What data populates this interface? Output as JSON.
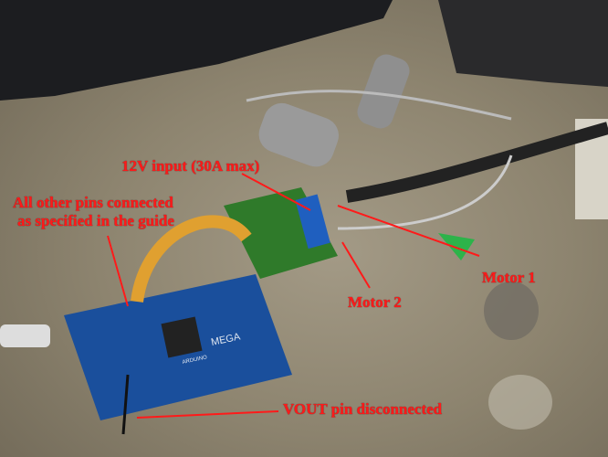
{
  "annotations": {
    "input": "12V input (30A max)",
    "other_pins_line1": "All other pins connected",
    "other_pins_line2": "as specified in the guide",
    "motor1": "Motor 1",
    "motor2": "Motor 2",
    "vout": "VOUT pin disconnected"
  },
  "board_markings": {
    "arduino_model": "MEGA",
    "arduino_brand": "ARDUINO"
  },
  "colors": {
    "annotation": "#ff1a1a",
    "arduino": "#1a4f9c",
    "shield": "#2f7a2a"
  }
}
